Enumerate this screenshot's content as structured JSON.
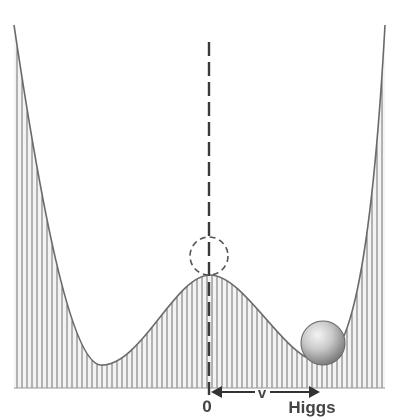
{
  "diagram": {
    "labels": {
      "origin": "0",
      "vev": "v",
      "field": "Higgs"
    },
    "colors": {
      "curve_fill": "#f3f3f3",
      "hatch": "#8f8f8f",
      "curve_stroke": "#6a6a6a",
      "axis": "#444444",
      "ball_light": "#e6e6e6",
      "ball_dark": "#7a7a7a"
    },
    "elements": [
      "mexican-hat-potential-curve",
      "vertical-dashed-axis",
      "unstable-position-dashed-circle",
      "ball-in-potential-minimum",
      "vev-double-arrow"
    ]
  }
}
